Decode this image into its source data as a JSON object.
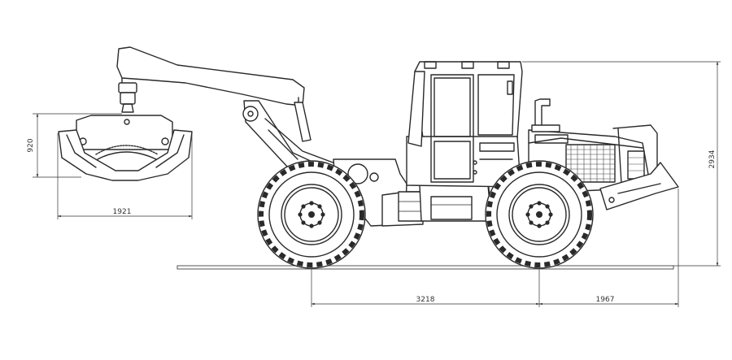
{
  "drawing": {
    "dimensions": {
      "grapple_width": "1921",
      "grapple_height": "920",
      "wheelbase": "3218",
      "front_overhang": "1967",
      "overall_height": "2934"
    }
  }
}
